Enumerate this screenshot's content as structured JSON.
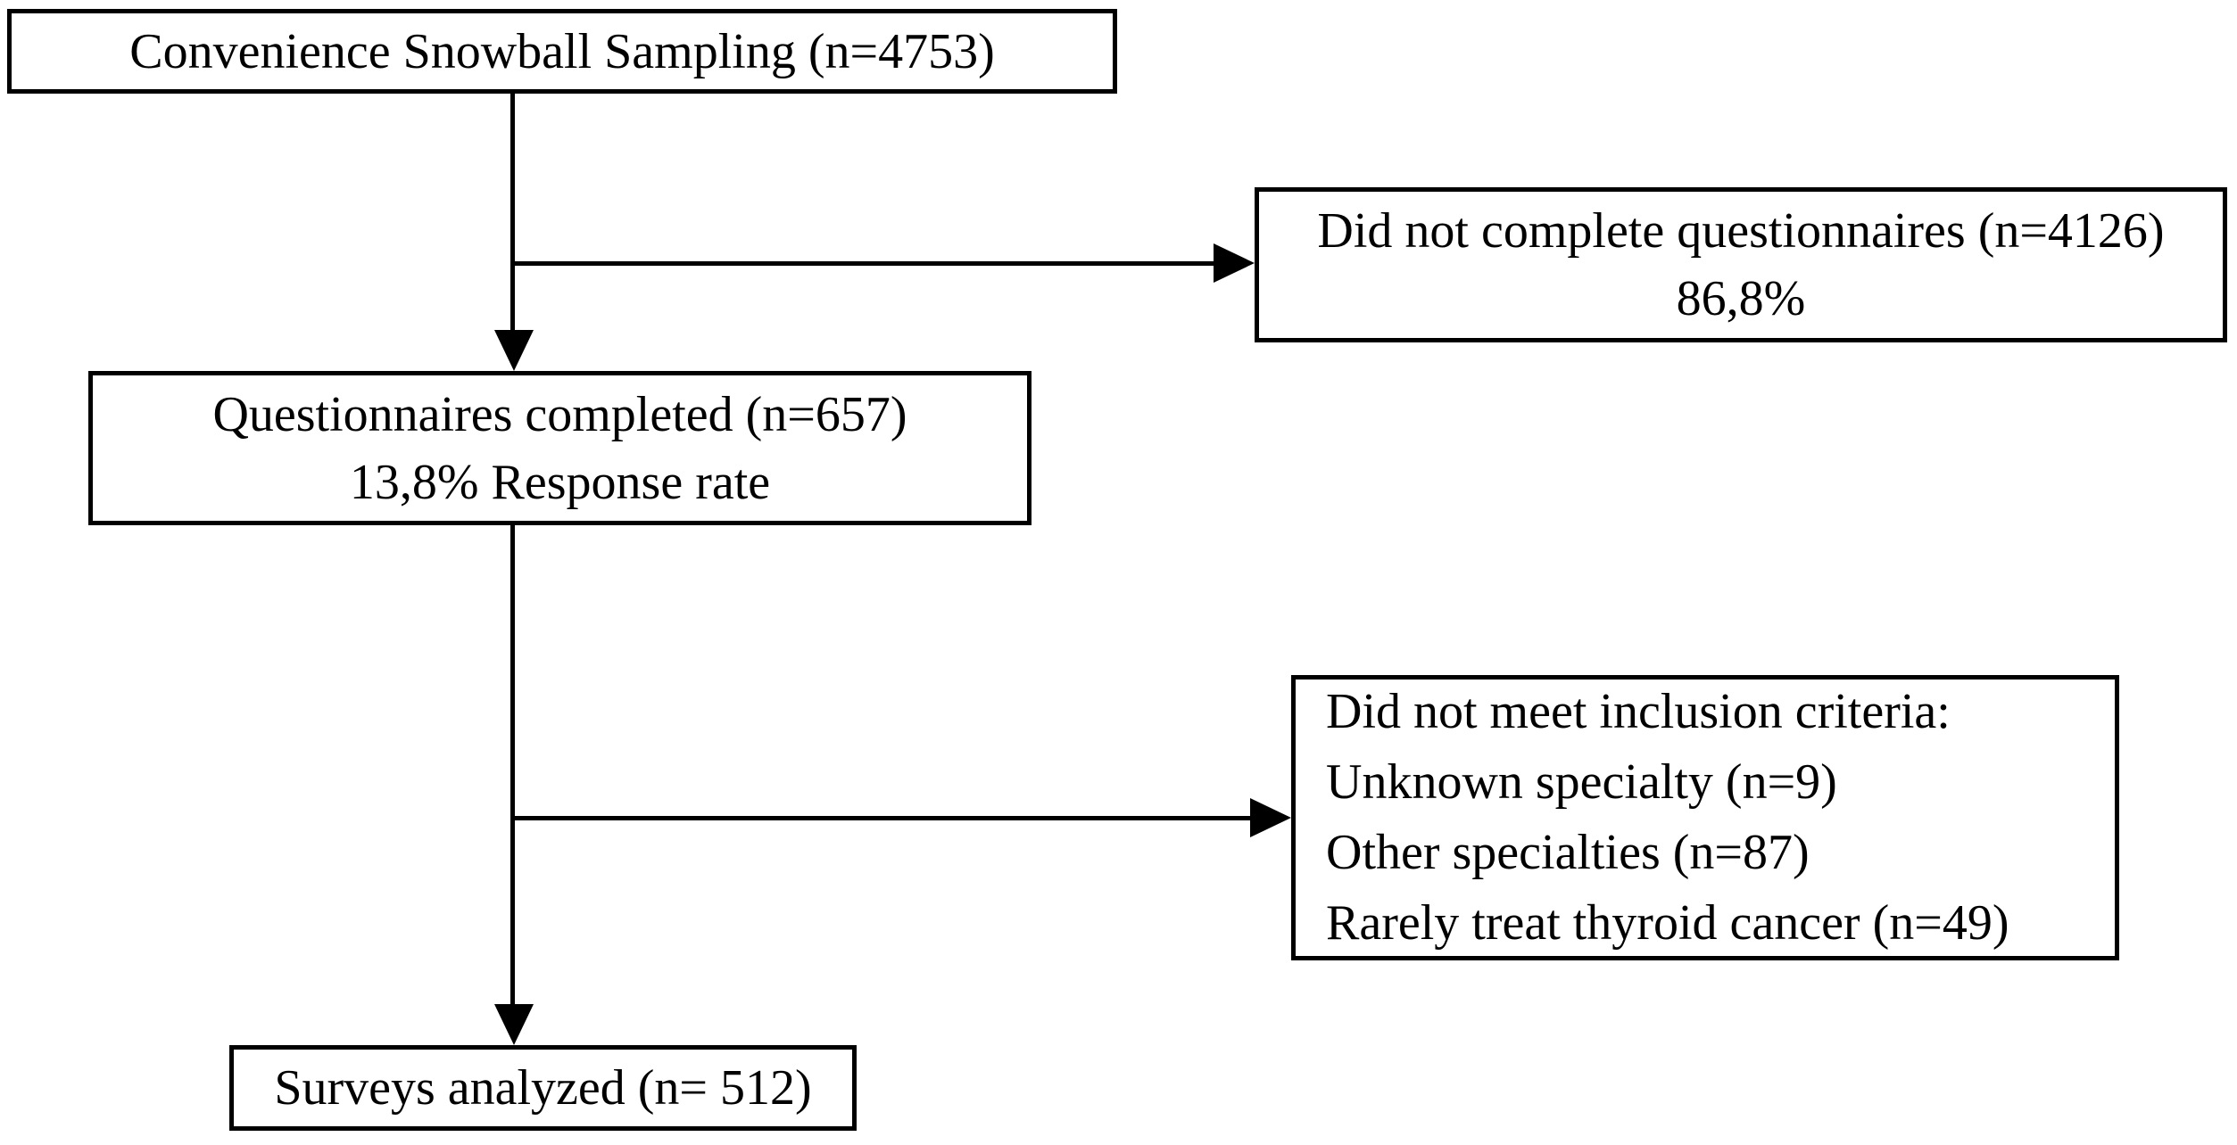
{
  "figure": {
    "type": "flowchart",
    "background_color": "#ffffff",
    "ink_color": "#000000",
    "boxes": {
      "sampling": {
        "lines": [
          "Convenience Snowball Sampling (n=4753)"
        ]
      },
      "not_completed": {
        "lines": [
          "Did not complete questionnaires (n=4126)",
          "86,8%"
        ]
      },
      "completed": {
        "lines": [
          "Questionnaires completed (n=657)",
          "13,8% Response rate"
        ]
      },
      "excluded": {
        "lines": [
          "Did not meet inclusion criteria:",
          "Unknown specialty (n=9)",
          "Other specialties (n=87)",
          "Rarely treat thyroid cancer (n=49)"
        ]
      },
      "analyzed": {
        "lines": [
          "Surveys analyzed (n= 512)"
        ]
      }
    },
    "connections": [
      {
        "from": "sampling",
        "to": "completed"
      },
      {
        "from": "sampling",
        "to": "not_completed"
      },
      {
        "from": "completed",
        "to": "analyzed"
      },
      {
        "from": "completed",
        "to": "excluded"
      }
    ]
  }
}
